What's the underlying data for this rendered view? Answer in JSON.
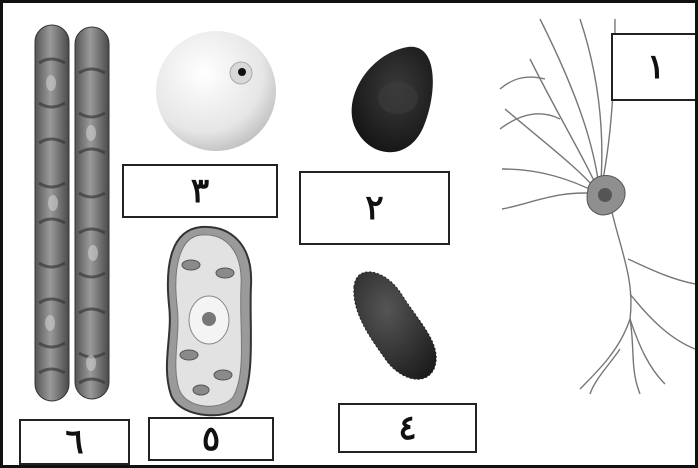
{
  "labels": {
    "neuron": "١",
    "red_blood_cell": "٢",
    "egg_cell": "٣",
    "bacterium": "٤",
    "plant_cell": "٥",
    "muscle_cells": "٦"
  }
}
